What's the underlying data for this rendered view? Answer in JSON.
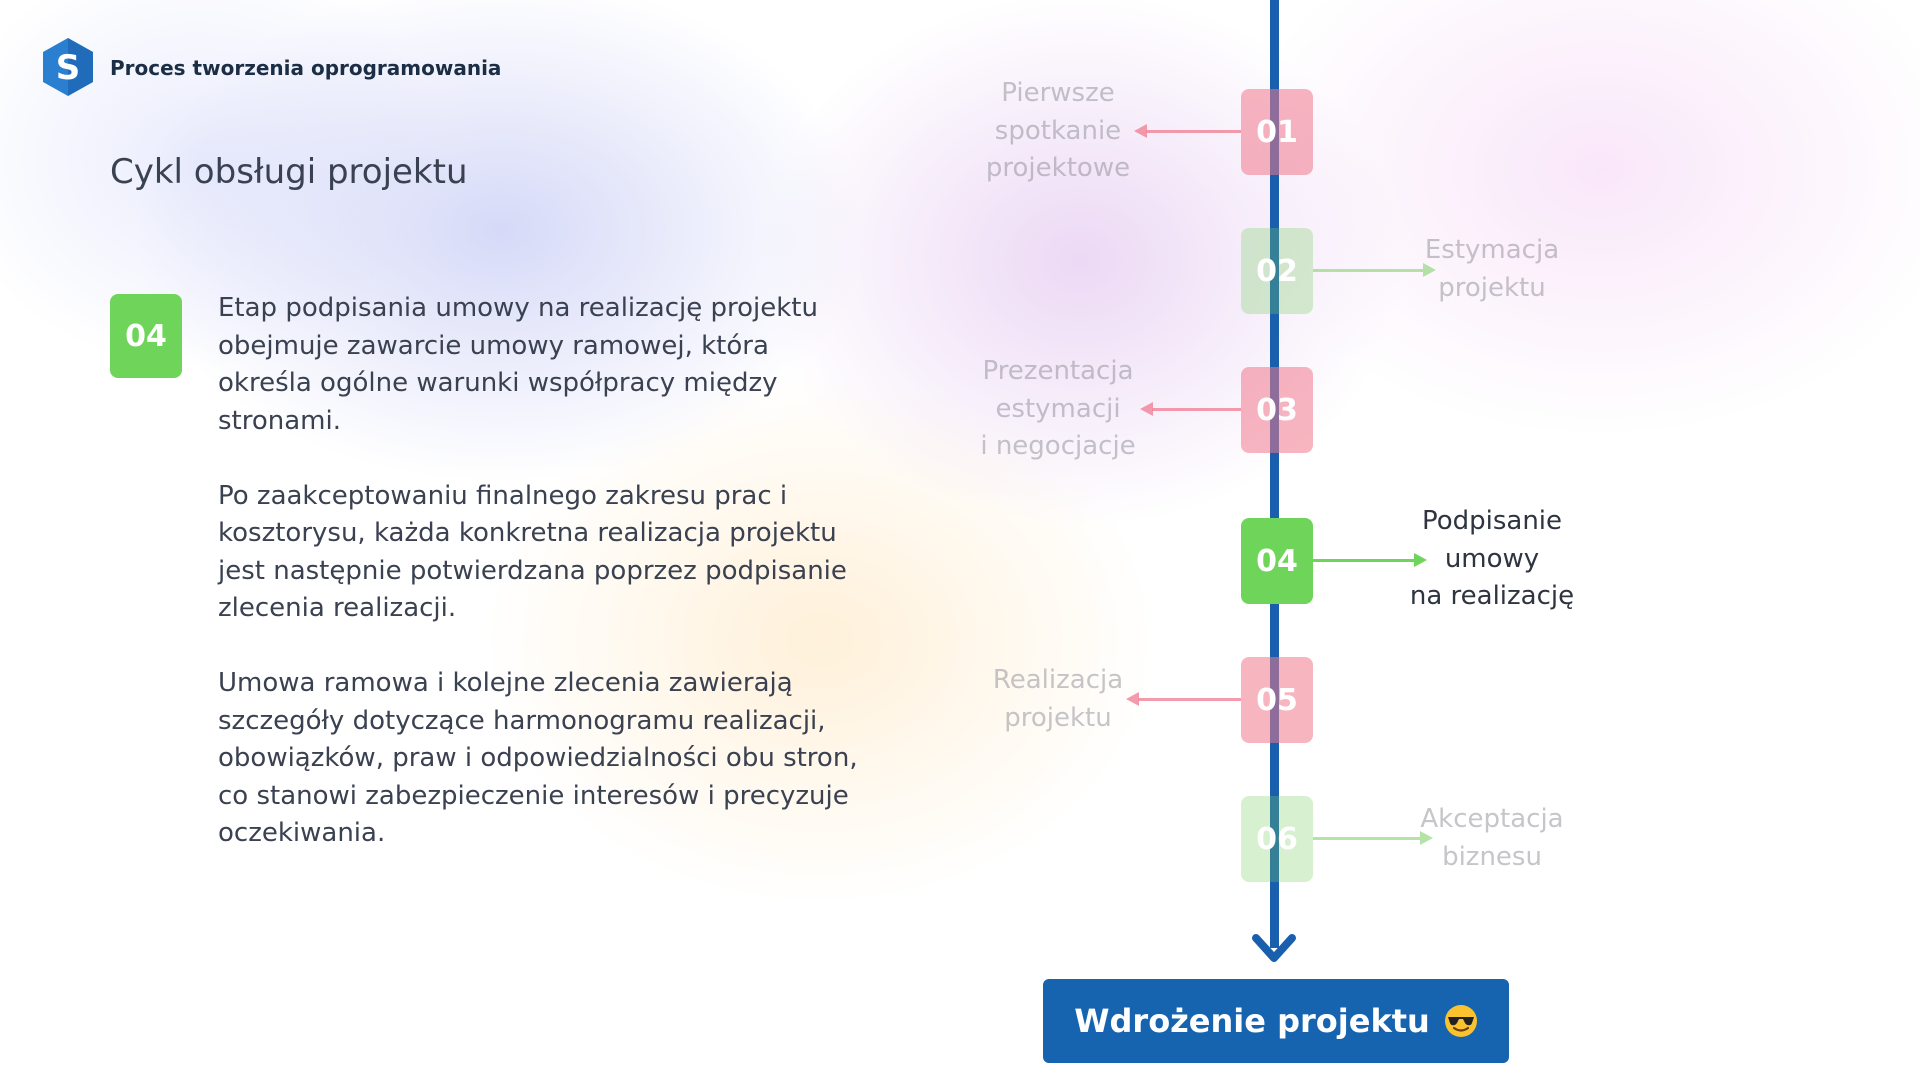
{
  "header": {
    "brand_title": "Proces tworzenia oprogramowania",
    "logo_letter": "S"
  },
  "page_title": "Cykl obsługi projektu",
  "active_step": {
    "number": "04",
    "paragraphs": [
      "Etap podpisania umowy na realizację projektu obejmuje zawarcie umowy ramowej, która określa ogólne warunki współpracy między stronami.",
      "Po zaakceptowaniu finalnego zakresu prac i kosztorysu, każda konkretna realizacja projektu jest następnie potwierdzana poprzez podpisanie zlecenia realizacji.",
      "Umowa ramowa i kolejne zlecenia zawierają szczegóły dotyczące harmonogramu realizacji, obowiązków, praw i odpowiedzialności obu stron, co stanowi zabezpieczenie interesów i precyzuje oczekiwania."
    ]
  },
  "timeline": {
    "steps": [
      {
        "number": "01",
        "label": "Pierwsze\nspotkanie\nprojektowe",
        "side": "left",
        "color": "red",
        "active": false
      },
      {
        "number": "02",
        "label": "Estymacja\nprojektu",
        "side": "right",
        "color": "green",
        "active": false
      },
      {
        "number": "03",
        "label": "Prezentacja\nestymacji\ni negocjacje",
        "side": "left",
        "color": "red",
        "active": false
      },
      {
        "number": "04",
        "label": "Podpisanie\numowy\nna realizację",
        "side": "right",
        "color": "green",
        "active": true
      },
      {
        "number": "05",
        "label": "Realizacja\nprojektu",
        "side": "left",
        "color": "red",
        "active": false
      },
      {
        "number": "06",
        "label": "Akceptacja\nbiznesu",
        "side": "right",
        "color": "green",
        "active": false
      }
    ]
  },
  "deploy_button": {
    "label": "Wdrożenie projektu",
    "emoji_icon": "sunglasses-emoji-icon"
  },
  "colors": {
    "accent_blue": "#1663b0",
    "active_green": "#6fd55a",
    "inactive_red": "#f0788c"
  }
}
